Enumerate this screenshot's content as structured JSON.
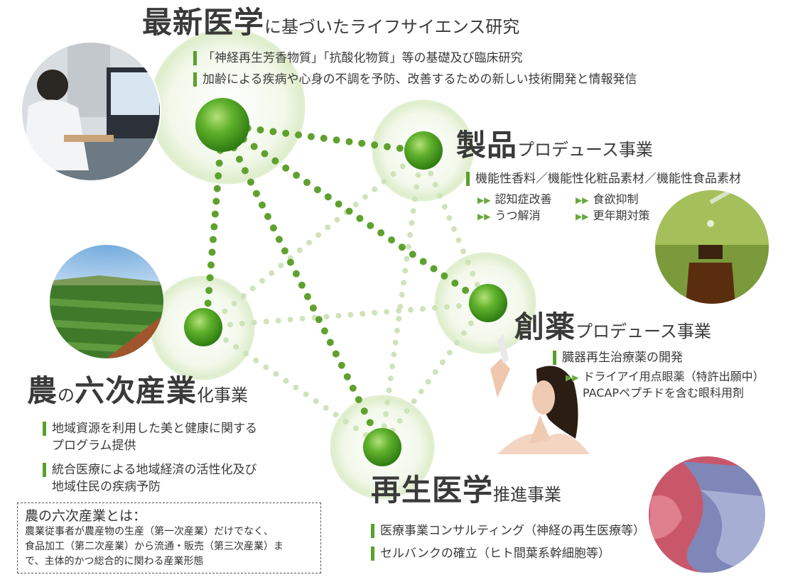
{
  "colors": {
    "green": "#5aa02c",
    "halo": "#eef6e4",
    "dotDark": "#5fa12e",
    "dotLight": "#cfe3ba"
  },
  "sections": {
    "latest": {
      "title_big": "最新医学",
      "title_small": "に基づいたライフサイエンス研究",
      "items": [
        "「神経再生芳香物質」「抗酸化物質」等の基礎及び臨床研究",
        "加齢による疾病や心身の不調を予防、改善するための新しい技術開発と情報発信"
      ],
      "photo": "microscope-lab-photo"
    },
    "product": {
      "title_big": "製品",
      "title_small": "プロデュース事業",
      "items": [
        "機能性香料／機能性化粧品素材／機能性食品素材"
      ],
      "sub_left": [
        "認知症改善",
        "うつ解消"
      ],
      "sub_right": [
        "食欲抑制",
        "更年期対策"
      ],
      "photo": "dropper-bottle-photo"
    },
    "drug": {
      "title_big": "創薬",
      "title_small": "プロデュース事業",
      "items": [
        "臓器再生治療薬の開発"
      ],
      "sub": [
        "ドライアイ用点眼薬（特許出願中）",
        "PACAPペプチドを含む眼科用剤"
      ],
      "photo": "eye-drops-woman-photo"
    },
    "agri": {
      "title_big1": "農",
      "title_small1": "の",
      "title_big2": "六次産業",
      "title_small2": "化事業",
      "items": [
        "地域資源を利用した美と健康に関する",
        "プログラム提供",
        "統合医療による地域経済の活性化及び",
        "地域住民の疾病予防"
      ],
      "photo": "farm-field-photo"
    },
    "regen": {
      "title_big": "再生医学",
      "title_small": "推進事業",
      "items": [
        "医療事業コンサルティング（神経の再生医療等）",
        "セルバンクの確立（ヒト間葉系幹細胞等）"
      ],
      "photo": "tissue-micrograph-photo"
    }
  },
  "definition": {
    "title": "農の六次産業とは：",
    "lines": [
      "農業従事者が農産物の生産（第一次産業）だけでなく、",
      "食品加工（第二次産業）から流通・販売（第三次産業）ま",
      "で、主体的かつ総合的に関わる産業形態"
    ]
  }
}
